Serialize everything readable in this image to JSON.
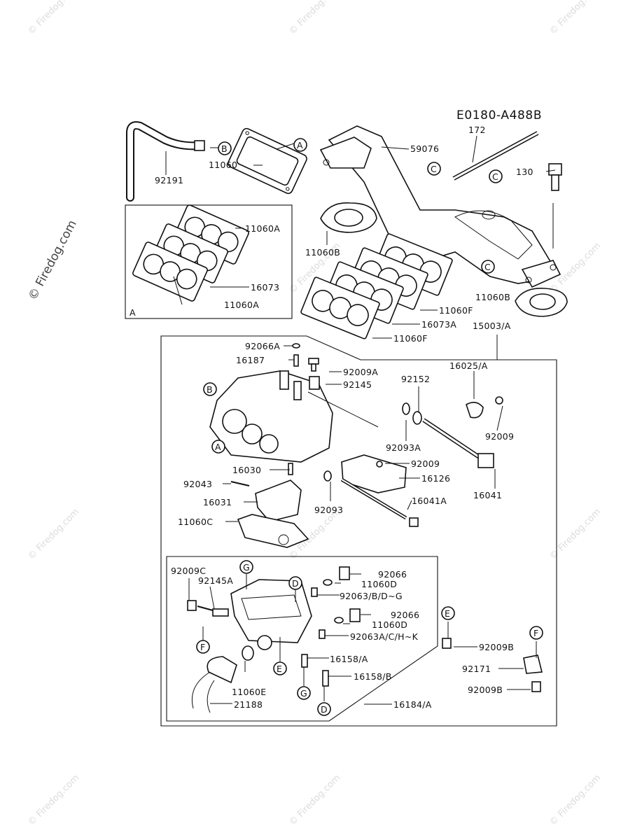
{
  "diagram_code": "E0180-A488B",
  "watermark": {
    "side_text": "© Firedog.com",
    "tile_text": "© Firedog.com"
  },
  "inset_label": "A",
  "callouts": [
    "A",
    "B",
    "C",
    "D",
    "E",
    "F",
    "G"
  ],
  "part_labels": {
    "p172": "172",
    "p59076": "59076",
    "p130": "130",
    "p92191": "92191",
    "p11060": "11060",
    "p11060A_top": "11060A",
    "p16073": "16073",
    "p11060A_bottom": "11060A",
    "p11060B_left": "11060B",
    "p11060B_right": "11060B",
    "p11060F_a": "11060F",
    "p16073A": "16073A",
    "p11060F_b": "11060F",
    "p15003A": "15003/A",
    "p92066A": "92066A",
    "p16187": "16187",
    "p92009A": "92009A",
    "p92145": "92145",
    "p16025A": "16025/A",
    "p92152": "92152",
    "p92009_a": "92009",
    "p92093A": "92093A",
    "p92009_b": "92009",
    "p16126": "16126",
    "p16030": "16030",
    "p92043": "92043",
    "p16031": "16031",
    "p92093": "92093",
    "p16041A": "16041A",
    "p16041": "16041",
    "p11060C": "11060C",
    "p92009C": "92009C",
    "p92145A": "92145A",
    "p92066_a": "92066",
    "p11060D_a": "11060D",
    "p92063_a": "92063/B/D~G",
    "p92066_b": "92066",
    "p11060D_b": "11060D",
    "p92063_b": "92063A/C/H~K",
    "p16158A": "16158/A",
    "p16158B": "16158/B",
    "p11060E": "11060E",
    "p21188": "21188",
    "p16184A": "16184/A",
    "p92009B_a": "92009B",
    "p92171": "92171",
    "p92009B_b": "92009B"
  }
}
